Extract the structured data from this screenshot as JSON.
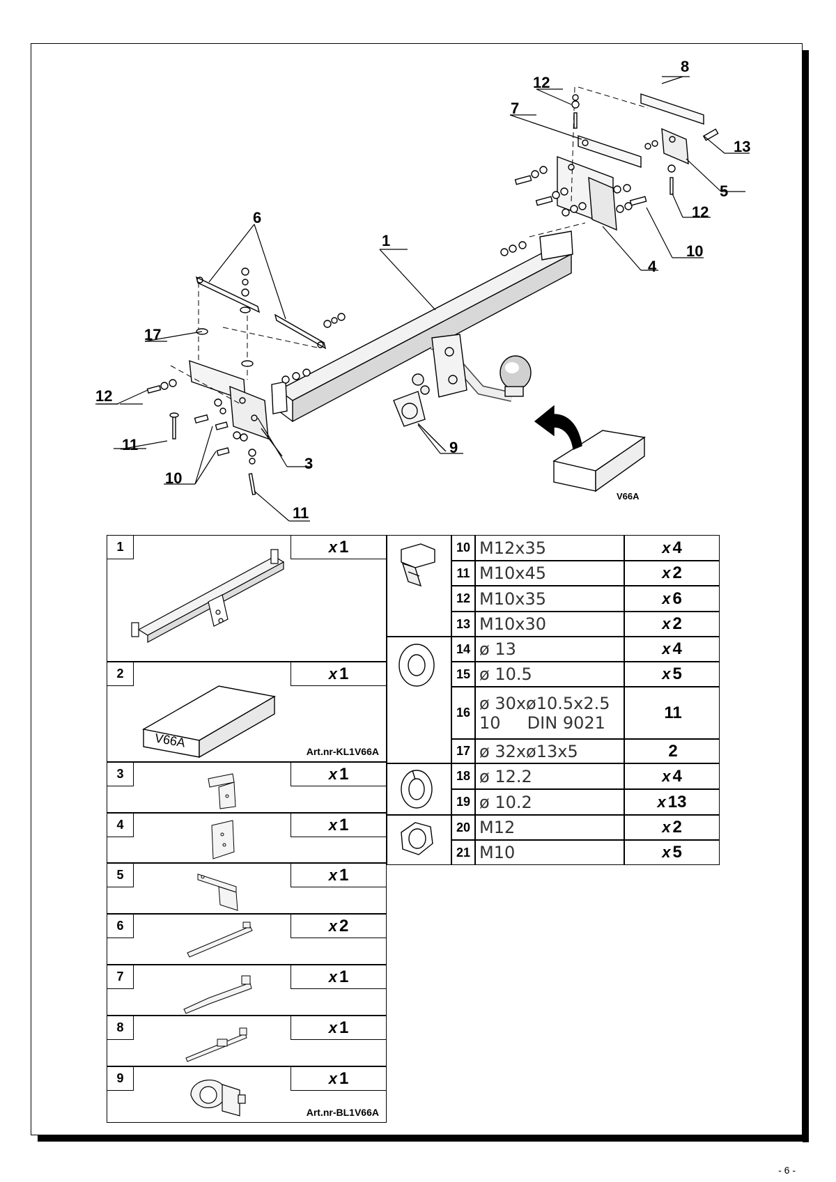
{
  "callouts": {
    "c1": "1",
    "c3": "3",
    "c4": "4",
    "c5": "5",
    "c6": "6",
    "c7": "7",
    "c8": "8",
    "c9": "9",
    "c10a": "10",
    "c10b": "10",
    "c11a": "11",
    "c11b": "11",
    "c12a": "12",
    "c12b": "12",
    "c12c": "12",
    "c13": "13",
    "c17": "17"
  },
  "box_label": "V66A",
  "left_parts": [
    {
      "num": "1",
      "qty_prefix": "x",
      "qty": "1",
      "art": ""
    },
    {
      "num": "2",
      "qty_prefix": "x",
      "qty": "1",
      "art": "Art.nr-KL1V66A",
      "box_label": "V66A"
    },
    {
      "num": "3",
      "qty_prefix": "x",
      "qty": "1",
      "art": ""
    },
    {
      "num": "4",
      "qty_prefix": "x",
      "qty": "1",
      "art": ""
    },
    {
      "num": "5",
      "qty_prefix": "x",
      "qty": "1",
      "art": ""
    },
    {
      "num": "6",
      "qty_prefix": "x",
      "qty": "2",
      "art": ""
    },
    {
      "num": "7",
      "qty_prefix": "x",
      "qty": "1",
      "art": ""
    },
    {
      "num": "8",
      "qty_prefix": "x",
      "qty": "1",
      "art": ""
    },
    {
      "num": "9",
      "qty_prefix": "x",
      "qty": "1",
      "art": "Art.nr-BL1V66A"
    }
  ],
  "right_parts": [
    {
      "num": "10",
      "spec": "M12x35",
      "qty_prefix": "x",
      "qty": "4"
    },
    {
      "num": "11",
      "spec": "M10x45",
      "qty_prefix": "x",
      "qty": "2"
    },
    {
      "num": "12",
      "spec": "M10x35",
      "qty_prefix": "x",
      "qty": "6"
    },
    {
      "num": "13",
      "spec": "M10x30",
      "qty_prefix": "x",
      "qty": "2"
    },
    {
      "num": "14",
      "spec": "ø 13",
      "qty_prefix": "x",
      "qty": "4"
    },
    {
      "num": "15",
      "spec": "ø 10.5",
      "qty_prefix": "x",
      "qty": "5"
    },
    {
      "num": "16",
      "spec": "ø 30xø10.5x2.5",
      "spec2": "10     DIN 9021",
      "qty_prefix": "",
      "qty": "11"
    },
    {
      "num": "17",
      "spec": "ø 32xø13x5",
      "qty_prefix": "",
      "qty": "2"
    },
    {
      "num": "18",
      "spec": "ø 12.2",
      "qty_prefix": "x",
      "qty": "4"
    },
    {
      "num": "19",
      "spec": "ø 10.2",
      "qty_prefix": "x",
      "qty": "13"
    },
    {
      "num": "20",
      "spec": "M12",
      "qty_prefix": "x",
      "qty": "2"
    },
    {
      "num": "21",
      "spec": "M10",
      "qty_prefix": "x",
      "qty": "5"
    }
  ],
  "page_number": "- 6 -"
}
